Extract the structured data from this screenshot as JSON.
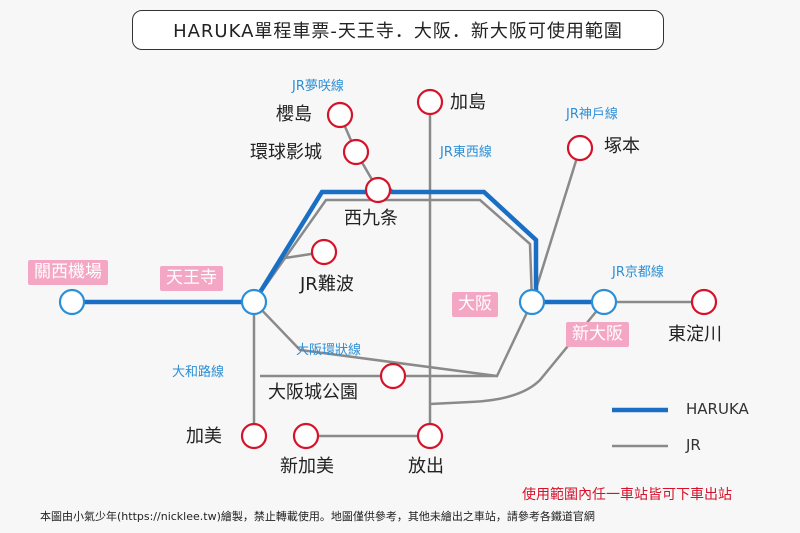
{
  "title": "HARUKA單程車票-天王寺．大阪．新大阪可使用範圍",
  "stations": {
    "kansai_airport": "關西機場",
    "tennoji": "天王寺",
    "osaka": "大阪",
    "shin_osaka": "新大阪",
    "sakurajima": "櫻島",
    "universal_city": "環球影城",
    "nishikujo": "西九条",
    "kashima": "加島",
    "tsukamoto": "塚本",
    "jr_namba": "JR難波",
    "higashiyodogawa": "東淀川",
    "osakajokoen": "大阪城公園",
    "kami": "加美",
    "shinkami": "新加美",
    "hanaten": "放出"
  },
  "lines": {
    "yumesaki": "JR夢咲線",
    "tozai": "JR東西線",
    "kobe": "JR神戶線",
    "kyoto": "JR京都線",
    "loop": "大阪環狀線",
    "yamatoji": "大和路線"
  },
  "legend": {
    "haruka": "HARUKA",
    "jr": "JR",
    "haruka_color": "#1a6fc4",
    "jr_color": "#8a8a8a"
  },
  "note": "使用範圍內任一車站皆可下車出站",
  "footer": "本圖由小氣少年(https://nicklee.tw)繪製，禁止轉載使用。地圖僅供參考，其他未繪出之車站，請參考各鐵道官網",
  "colors": {
    "station_ring": "#d6122b",
    "interchange_ring": "#2b8fd6",
    "pink_label": "#f4a7c4",
    "line_label": "#2b8fd6",
    "note": "#d6122b"
  }
}
